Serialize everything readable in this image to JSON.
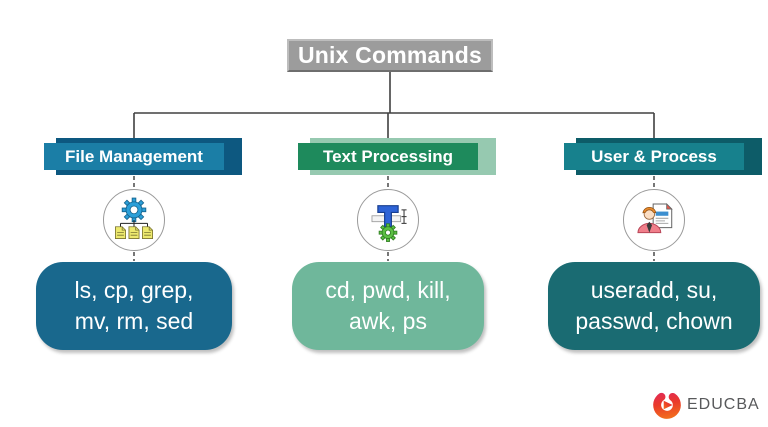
{
  "diagram": {
    "title": "Unix Commands",
    "branches": [
      {
        "label": "File Management",
        "icon": "files-hierarchy-gear-icon",
        "commands": [
          "ls, cp, grep,",
          "mv, rm, sed"
        ],
        "colors": {
          "front": "#1B7EA6",
          "back": "#0D5880",
          "box": "#19688D"
        }
      },
      {
        "label": "Text Processing",
        "icon": "letter-t-gear-icon",
        "commands": [
          "cd, pwd, kill,",
          "awk, ps"
        ],
        "colors": {
          "front": "#1E8A5C",
          "back": "#96C9B0",
          "box": "#6FB79B"
        }
      },
      {
        "label": "User & Process",
        "icon": "user-document-icon",
        "commands": [
          "useradd, su,",
          "passwd, chown"
        ],
        "colors": {
          "front": "#17818D",
          "back": "#0D5C68",
          "box": "#1A6B72"
        }
      }
    ],
    "logo": {
      "text": "EDUCBA",
      "brand_red": "#E4304B",
      "brand_orange": "#F2701D"
    }
  }
}
